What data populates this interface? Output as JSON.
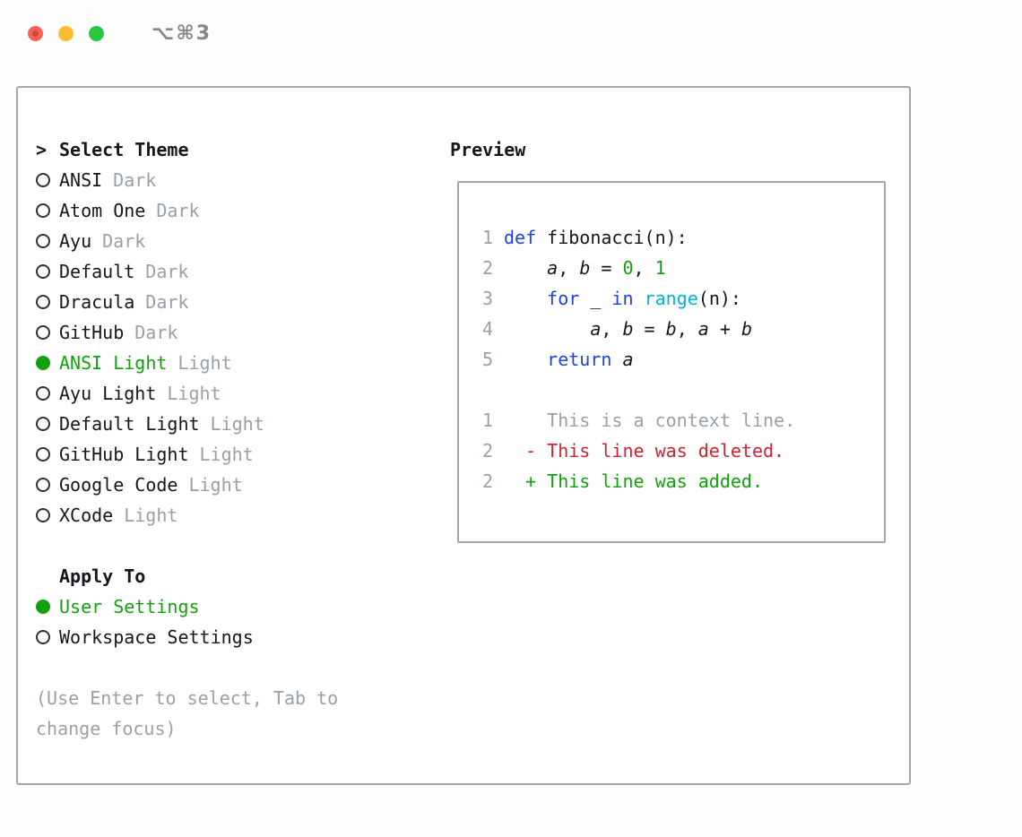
{
  "titlebar": {
    "shortcut": "⌥⌘3",
    "buttons": [
      "close",
      "minimize",
      "zoom"
    ]
  },
  "theme_picker": {
    "prompt": ">",
    "title": "Select Theme",
    "items": [
      {
        "name": "ANSI",
        "variant": "Dark",
        "selected": false
      },
      {
        "name": "Atom One",
        "variant": "Dark",
        "selected": false
      },
      {
        "name": "Ayu",
        "variant": "Dark",
        "selected": false
      },
      {
        "name": "Default",
        "variant": "Dark",
        "selected": false
      },
      {
        "name": "Dracula",
        "variant": "Dark",
        "selected": false
      },
      {
        "name": "GitHub",
        "variant": "Dark",
        "selected": false
      },
      {
        "name": "ANSI Light",
        "variant": "Light",
        "selected": true
      },
      {
        "name": "Ayu Light",
        "variant": "Light",
        "selected": false
      },
      {
        "name": "Default Light",
        "variant": "Light",
        "selected": false
      },
      {
        "name": "GitHub Light",
        "variant": "Light",
        "selected": false
      },
      {
        "name": "Google Code",
        "variant": "Light",
        "selected": false
      },
      {
        "name": "XCode",
        "variant": "Light",
        "selected": false
      }
    ],
    "apply_to": {
      "title": "Apply To",
      "options": [
        {
          "label": "User Settings",
          "selected": true
        },
        {
          "label": "Workspace Settings",
          "selected": false
        }
      ]
    },
    "hint": "(Use Enter to select, Tab to change focus)"
  },
  "preview": {
    "title": "Preview",
    "code": [
      {
        "num": "1",
        "tokens": [
          {
            "t": "def ",
            "c": "kw"
          },
          {
            "t": "fibonacci(n):",
            "c": "p"
          }
        ]
      },
      {
        "num": "2",
        "tokens": [
          {
            "t": "    ",
            "c": "p"
          },
          {
            "t": "a",
            "c": "v"
          },
          {
            "t": ", ",
            "c": "p"
          },
          {
            "t": "b",
            "c": "v"
          },
          {
            "t": " = ",
            "c": "p"
          },
          {
            "t": "0",
            "c": "n"
          },
          {
            "t": ", ",
            "c": "p"
          },
          {
            "t": "1",
            "c": "n"
          }
        ]
      },
      {
        "num": "3",
        "tokens": [
          {
            "t": "    ",
            "c": "p"
          },
          {
            "t": "for",
            "c": "kw"
          },
          {
            "t": " _ ",
            "c": "p"
          },
          {
            "t": "in",
            "c": "kw"
          },
          {
            "t": " ",
            "c": "p"
          },
          {
            "t": "range",
            "c": "fn"
          },
          {
            "t": "(n):",
            "c": "p"
          }
        ]
      },
      {
        "num": "4",
        "tokens": [
          {
            "t": "        ",
            "c": "p"
          },
          {
            "t": "a",
            "c": "v"
          },
          {
            "t": ", ",
            "c": "p"
          },
          {
            "t": "b",
            "c": "v"
          },
          {
            "t": " = ",
            "c": "p"
          },
          {
            "t": "b",
            "c": "v"
          },
          {
            "t": ", ",
            "c": "p"
          },
          {
            "t": "a",
            "c": "v"
          },
          {
            "t": " + ",
            "c": "p"
          },
          {
            "t": "b",
            "c": "v"
          }
        ]
      },
      {
        "num": "5",
        "tokens": [
          {
            "t": "    ",
            "c": "p"
          },
          {
            "t": "return",
            "c": "kw"
          },
          {
            "t": " ",
            "c": "p"
          },
          {
            "t": "a",
            "c": "v"
          }
        ]
      }
    ],
    "diff": [
      {
        "num": "1",
        "kind": "context",
        "text": "    This is a context line."
      },
      {
        "num": "2",
        "kind": "deleted",
        "text": "  - This line was deleted."
      },
      {
        "num": "2",
        "kind": "added",
        "text": "  + This line was added."
      }
    ]
  },
  "colors": {
    "green": "#13a10e",
    "blue": "#2043dc",
    "cyan": "#00b4d4",
    "red": "#cf222e",
    "gray": "#9aa0a8",
    "text": "#15171b",
    "border": "#a3a6ad",
    "tlred": "#ff5f57",
    "tlyellow": "#febc2e",
    "tlgreen": "#28c840"
  }
}
